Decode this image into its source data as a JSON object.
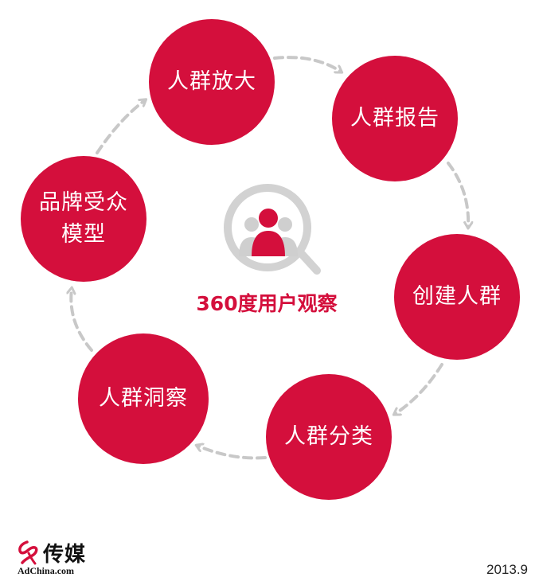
{
  "nodes": {
    "amplify": "人群放大",
    "report": "人群报告",
    "create": "创建人群",
    "classify": "人群分类",
    "insight": "人群洞察",
    "model": "品牌受众\n模型"
  },
  "center": {
    "icon": "magnifier-people-icon",
    "title": "360度用户观察"
  },
  "logo": {
    "name": "传媒",
    "domain": "AdChina.com"
  },
  "date": "2013.9",
  "colors": {
    "node": "#d40f3c",
    "arrow": "#c8c8c8",
    "icon_grey": "#d2d2d2"
  }
}
